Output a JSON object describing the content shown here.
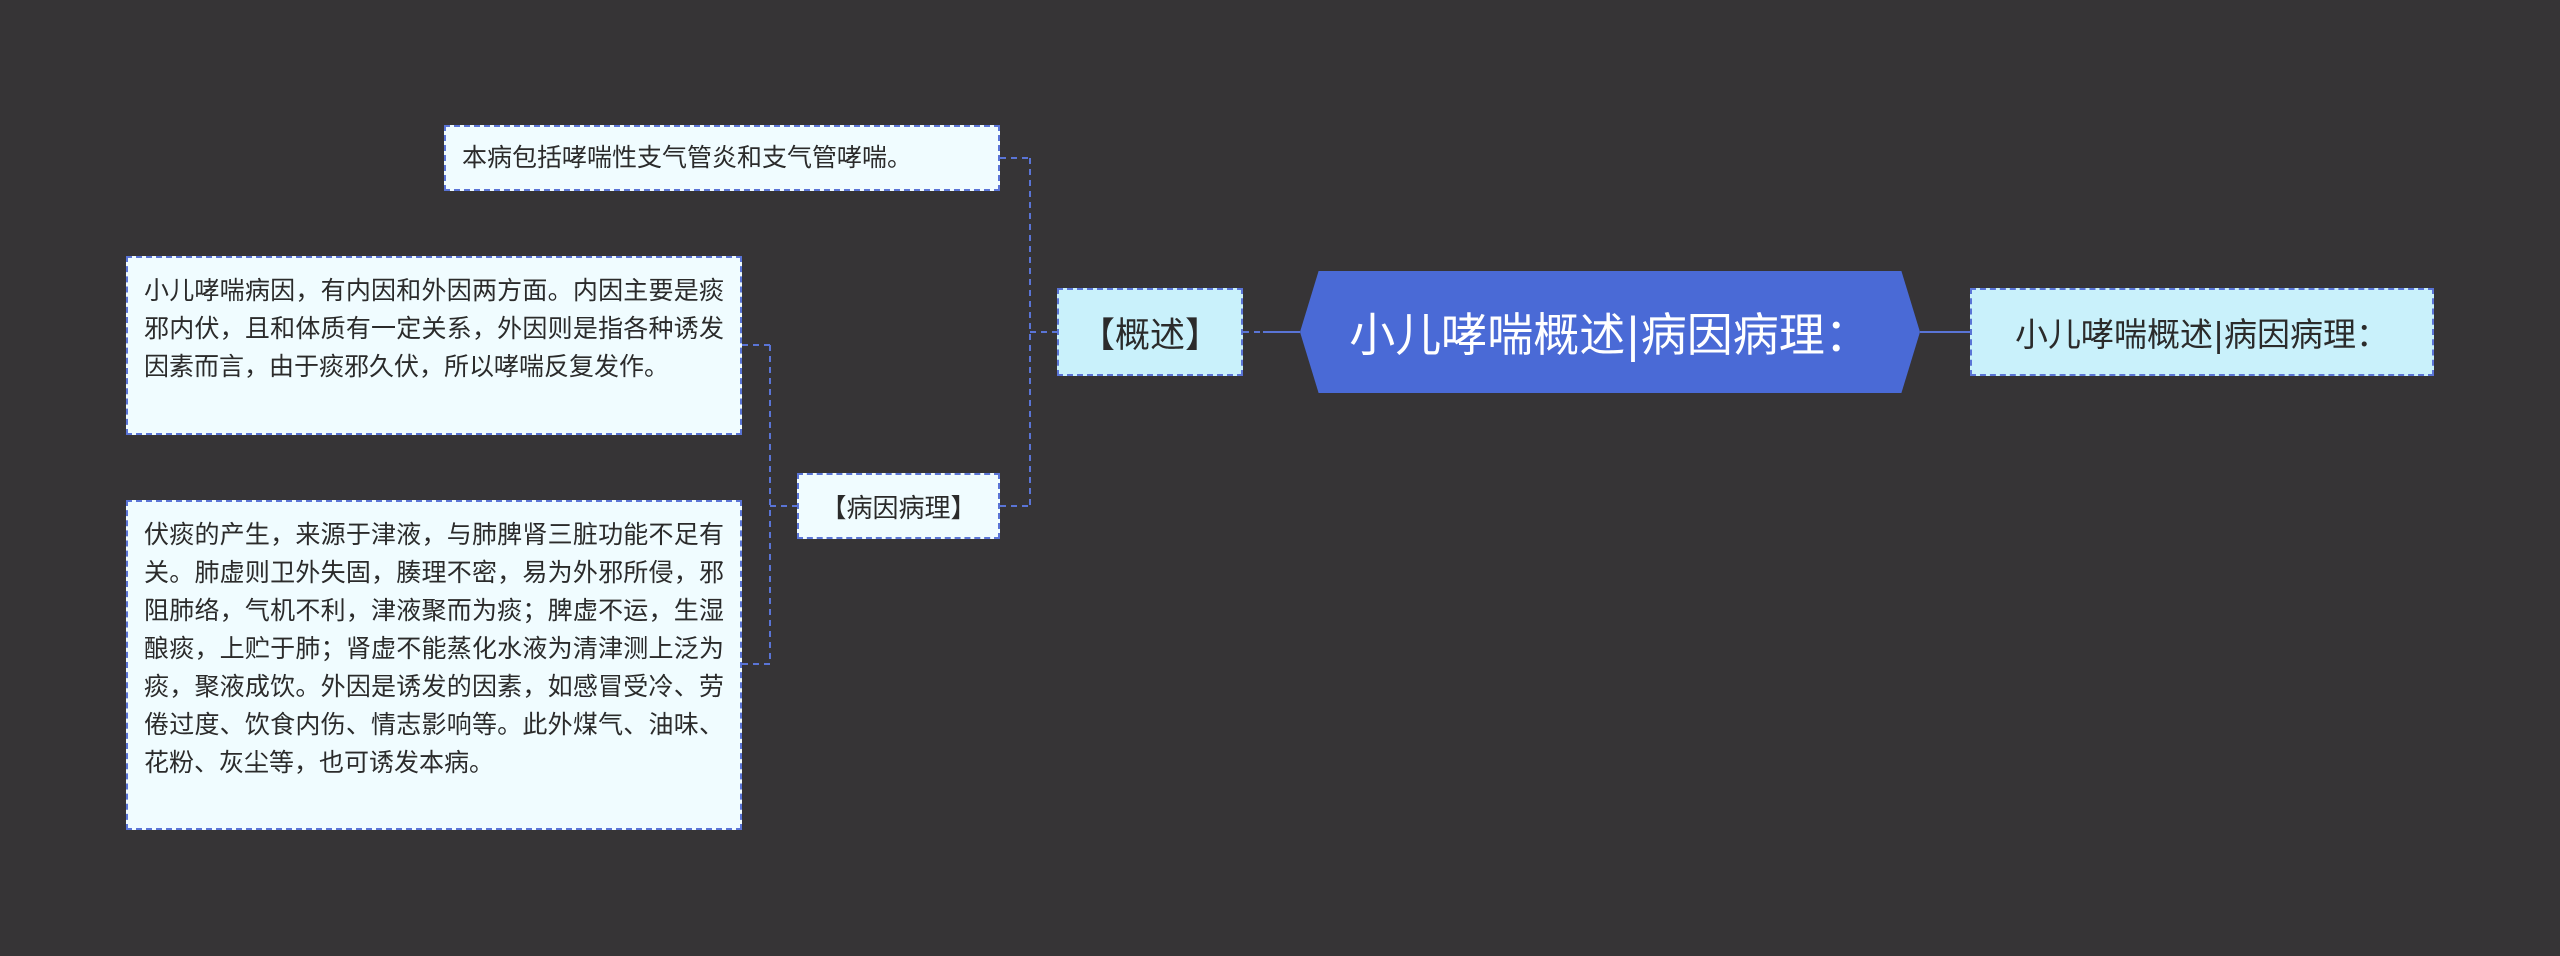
{
  "colors": {
    "background": "#363436",
    "root_fill": "#4a6ad6",
    "node_fill_light": "#f0fcff",
    "node_fill_highlight": "#c9f1fb",
    "connector": "#5a74d6"
  },
  "root": {
    "title": "小儿哮喘概述|病因病理："
  },
  "right_node": {
    "text": "小儿哮喘概述|病因病理："
  },
  "branches": [
    {
      "label": "【概述】",
      "children": [
        "本病包括哮喘性支气管炎和支气管哮喘。"
      ]
    },
    {
      "label": "【病因病理】",
      "children": [
        "小儿哮喘病因，有内因和外因两方面。内因主要是痰邪内伏，且和体质有一定关系，外因则是指各种诱发因素而言，由于痰邪久伏，所以哮喘反复发作。",
        "伏痰的产生，来源于津液，与肺脾肾三脏功能不足有关。肺虚则卫外失固，腠理不密，易为外邪所侵，邪阻肺络，气机不利，津液聚而为痰；脾虚不运，生湿酿痰，上贮于肺；肾虚不能蒸化水液为清津测上泛为痰，聚液成饮。外因是诱发的因素，如感冒受冷、劳倦过度、饮食内伤、情志影响等。此外煤气、油味、花粉、灰尘等，也可诱发本病。"
      ]
    }
  ]
}
